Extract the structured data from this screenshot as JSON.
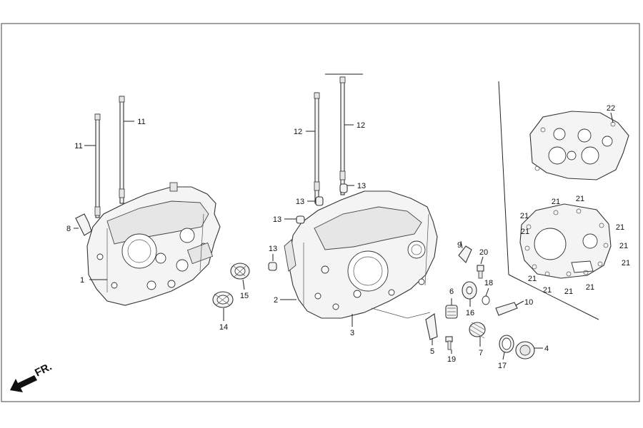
{
  "callouts": [
    {
      "id": "c1",
      "text": "1"
    },
    {
      "id": "c2",
      "text": "2"
    },
    {
      "id": "c3",
      "text": "3"
    },
    {
      "id": "c4",
      "text": "4"
    },
    {
      "id": "c5",
      "text": "5"
    },
    {
      "id": "c6",
      "text": "6"
    },
    {
      "id": "c7",
      "text": "7"
    },
    {
      "id": "c8",
      "text": "8"
    },
    {
      "id": "c9",
      "text": "9"
    },
    {
      "id": "c10",
      "text": "10"
    },
    {
      "id": "c11a",
      "text": "11"
    },
    {
      "id": "c11b",
      "text": "11"
    },
    {
      "id": "c12a",
      "text": "12"
    },
    {
      "id": "c12b",
      "text": "12"
    },
    {
      "id": "c13a",
      "text": "13"
    },
    {
      "id": "c13b",
      "text": "13"
    },
    {
      "id": "c13c",
      "text": "13"
    },
    {
      "id": "c13d",
      "text": "13"
    },
    {
      "id": "c14",
      "text": "14"
    },
    {
      "id": "c15",
      "text": "15"
    },
    {
      "id": "c16",
      "text": "16"
    },
    {
      "id": "c17",
      "text": "17"
    },
    {
      "id": "c18",
      "text": "18"
    },
    {
      "id": "c19",
      "text": "19"
    },
    {
      "id": "c20",
      "text": "20"
    },
    {
      "id": "c21a",
      "text": "21"
    },
    {
      "id": "c21b",
      "text": "21"
    },
    {
      "id": "c21c",
      "text": "21"
    },
    {
      "id": "c21d",
      "text": "21"
    },
    {
      "id": "c21e",
      "text": "21"
    },
    {
      "id": "c21f",
      "text": "21"
    },
    {
      "id": "c21g",
      "text": "21"
    },
    {
      "id": "c21h",
      "text": "21"
    },
    {
      "id": "c21i",
      "text": "21"
    },
    {
      "id": "c21j",
      "text": "21"
    },
    {
      "id": "c21k",
      "text": "21"
    },
    {
      "id": "c22",
      "text": "22"
    }
  ],
  "front_label": "FR."
}
